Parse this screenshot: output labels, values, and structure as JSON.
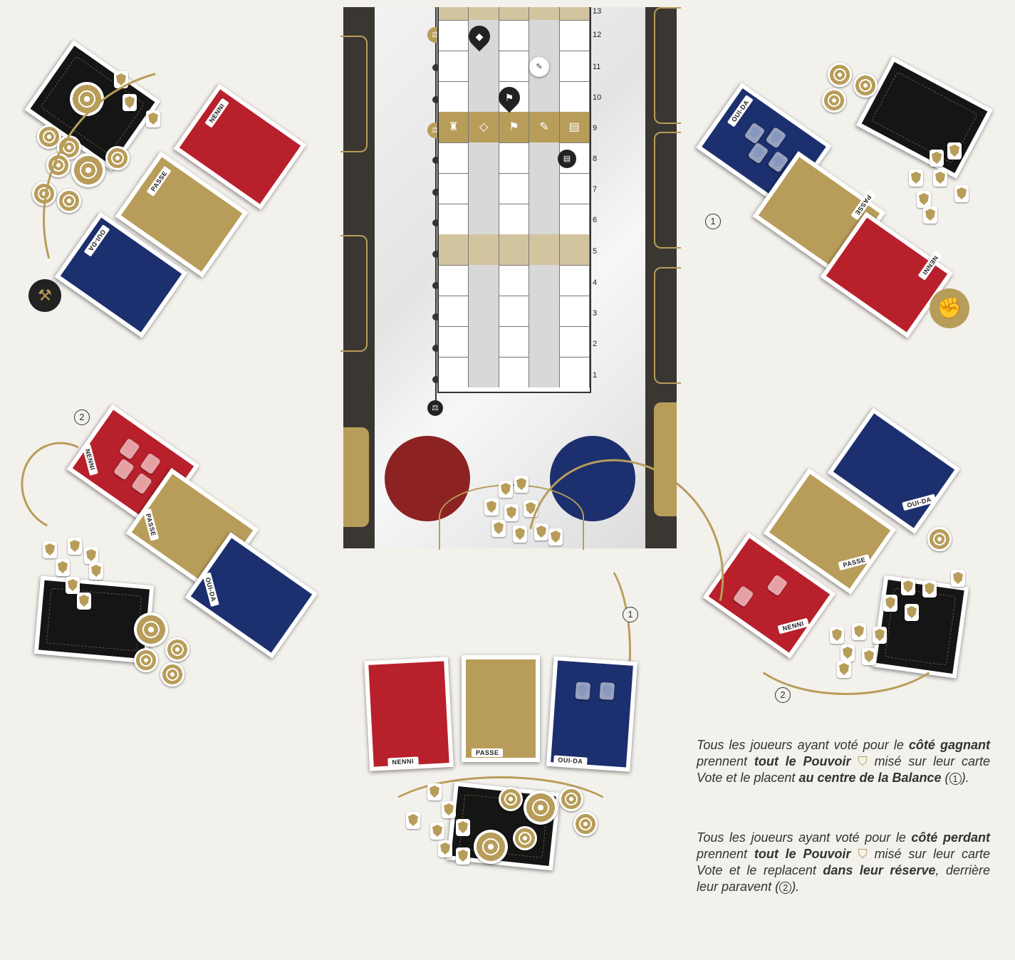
{
  "labels": {
    "nenni": "NENNI",
    "passe": "PASSE",
    "ouida": "OUI-DA"
  },
  "markers": {
    "one": "1",
    "two": "2"
  },
  "track_numbers": [
    "13",
    "12",
    "11",
    "10",
    "9",
    "8",
    "7",
    "6",
    "5",
    "4",
    "3",
    "2",
    "1"
  ],
  "text": {
    "p1_a": "Tous les joueurs ayant voté pour le ",
    "p1_b": "côté gagnant",
    "p1_c": " prennent ",
    "p1_d": "tout le Pouvoir",
    "p1_e": " misé sur leur carte Vote et le placent ",
    "p1_f": "au centre de la Balance",
    "p1_g": " (",
    "p1_h": "1",
    "p1_i": ").",
    "p2_a": "Tous les joueurs ayant voté pour le ",
    "p2_b": "côté perdant",
    "p2_c": " prennent ",
    "p2_d": "tout le Pouvoir",
    "p2_e": " misé sur leur carte Vote et le replacent ",
    "p2_f": "dans leur réserve",
    "p2_g": ", derrière leur paravent (",
    "p2_h": "2",
    "p2_i": ")."
  },
  "colors": {
    "gold": "#b89d5a",
    "red": "#b8202b",
    "blue": "#1c2f6e",
    "board": "#3a3631"
  },
  "icons": [
    "diamond-icon",
    "feather-icon",
    "flag-icon",
    "scroll-icon",
    "tower-icon",
    "scale-icon",
    "fist-icon",
    "stamp-icon",
    "shield-icon",
    "coin-icon"
  ]
}
